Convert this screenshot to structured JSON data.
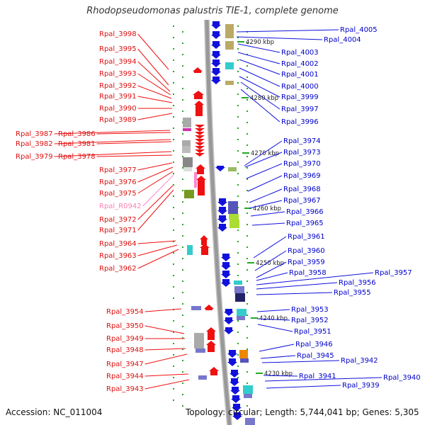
{
  "title": "Rhodopseudomonas palustris TIE-1, complete genome",
  "footer": {
    "accession": "Accession: NC_011004",
    "topology": "Topology: circular; Length: 5,744,041 bp; Genes: 5,305"
  },
  "colors": {
    "forward_gene": "#ee1111",
    "reverse_gene": "#1111dd",
    "rna_gene": "#ff88cc",
    "backbone": "#999999",
    "tick": "#22aa22"
  },
  "kbp_markers": [
    "4290 kbp",
    "4280 kbp",
    "4270 kbp",
    "4260 kbp",
    "4250 kbp",
    "4240 kbp",
    "4230 kbp"
  ],
  "left_labels": [
    {
      "text": "Rpal_3998",
      "kind": "gene"
    },
    {
      "text": "Rpal_3995",
      "kind": "gene"
    },
    {
      "text": "Rpal_3994",
      "kind": "gene"
    },
    {
      "text": "Rpal_3993",
      "kind": "gene"
    },
    {
      "text": "Rpal_3992",
      "kind": "gene"
    },
    {
      "text": "Rpal_3991",
      "kind": "gene"
    },
    {
      "text": "Rpal_3990",
      "kind": "gene"
    },
    {
      "text": "Rpal_3989",
      "kind": "gene"
    },
    {
      "text": "Rpal_3987",
      "kind": "gene"
    },
    {
      "text": "Rpal_3986",
      "kind": "gene"
    },
    {
      "text": "Rpal_3982",
      "kind": "gene"
    },
    {
      "text": "Rpal_3981",
      "kind": "gene"
    },
    {
      "text": "Rpal_3979",
      "kind": "gene"
    },
    {
      "text": "Rpal_3978",
      "kind": "gene"
    },
    {
      "text": "Rpal_3977",
      "kind": "gene"
    },
    {
      "text": "Rpal_3976",
      "kind": "gene"
    },
    {
      "text": "Rpal_3975",
      "kind": "gene"
    },
    {
      "text": "Rpal_R0942",
      "kind": "rna"
    },
    {
      "text": "Rpal_3972",
      "kind": "gene"
    },
    {
      "text": "Rpal_3971",
      "kind": "gene"
    },
    {
      "text": "Rpal_3964",
      "kind": "gene"
    },
    {
      "text": "Rpal_3963",
      "kind": "gene"
    },
    {
      "text": "Rpal_3962",
      "kind": "gene"
    },
    {
      "text": "Rpal_3954",
      "kind": "gene"
    },
    {
      "text": "Rpal_3950",
      "kind": "gene"
    },
    {
      "text": "Rpal_3949",
      "kind": "gene"
    },
    {
      "text": "Rpal_3948",
      "kind": "gene"
    },
    {
      "text": "Rpal_3947",
      "kind": "gene"
    },
    {
      "text": "Rpal_3944",
      "kind": "gene"
    },
    {
      "text": "Rpal_3943",
      "kind": "gene"
    }
  ],
  "right_labels": [
    "Rpal_4005",
    "Rpal_4004",
    "Rpal_4003",
    "Rpal_4002",
    "Rpal_4001",
    "Rpal_4000",
    "Rpal_3999",
    "Rpal_3997",
    "Rpal_3996",
    "Rpal_3974",
    "Rpal_3973",
    "Rpal_3970",
    "Rpal_3969",
    "Rpal_3968",
    "Rpal_3967",
    "Rpal_3966",
    "Rpal_3965",
    "Rpal_3961",
    "Rpal_3960",
    "Rpal_3959",
    "Rpal_3958",
    "Rpal_3957",
    "Rpal_3956",
    "Rpal_3955",
    "Rpal_3953",
    "Rpal_3952",
    "Rpal_3951",
    "Rpal_3946",
    "Rpal_3945",
    "Rpal_3942",
    "Rpal_3941",
    "Rpal_3940",
    "Rpal_3939"
  ]
}
